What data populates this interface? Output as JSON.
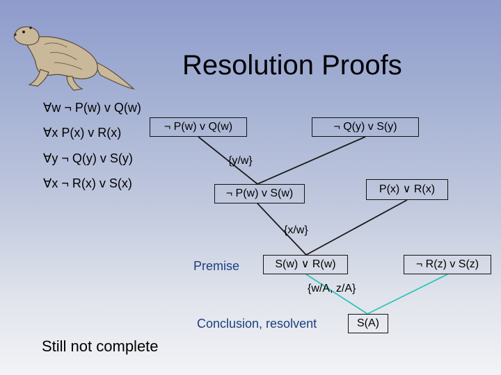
{
  "slide": {
    "title": "Resolution Proofs"
  },
  "premises": [
    "∀w ¬ P(w) v Q(w)",
    "∀x P(x) v R(x)",
    "∀y ¬ Q(y) v S(y)",
    "∀x ¬ R(x) v S(x)"
  ],
  "tree": {
    "nodes": {
      "n1": "¬ P(w) v Q(w)",
      "n2": "¬ Q(y) v S(y)",
      "n3": "¬ P(w) v S(w)",
      "n4": "P(x) ∨ R(x)",
      "n5": "S(w) ∨ R(w)",
      "n6": "¬ R(z) v S(z)",
      "n7": "S(A)"
    },
    "substitutions": {
      "s1": "{y/w}",
      "s2": "{x/w}",
      "s3": "{w/A, z/A}"
    }
  },
  "annotations": {
    "premise": "Premise",
    "conclusion": "Conclusion, resolvent",
    "footer": "Still not complete"
  },
  "colors": {
    "edge_dark": "#1a1a1a",
    "edge_teal": "#2ec4b6",
    "label_blue": "#1c3f7e"
  },
  "icons": {
    "mascot": "otter-illustration"
  }
}
